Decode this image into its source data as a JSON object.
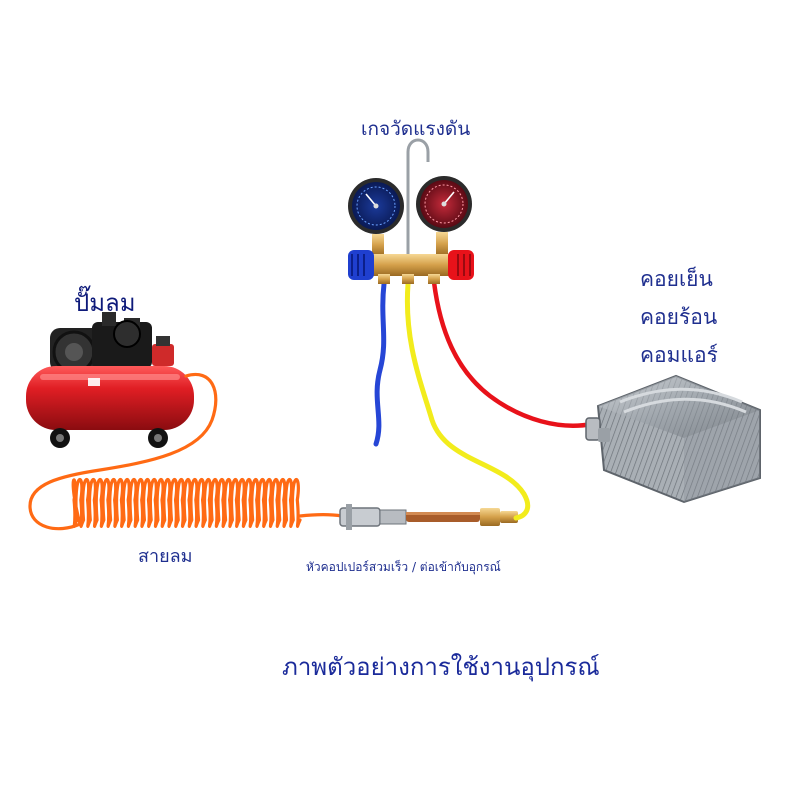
{
  "labels": {
    "gauge": "เกจวัดแรงดัน",
    "pump": "ปั๊มลม",
    "coil_lines": [
      "คอยเย็น",
      "คอยร้อน",
      "คอมแอร์"
    ],
    "hose": "สายลม",
    "coupler": "หัวคอปเปอร์สวมเร็ว / ต่อเข้ากับอุกรณ์",
    "caption": "ภาพตัวอย่างการใช้งานอุปกรณ์"
  },
  "colors": {
    "text": "#1f2f8f",
    "compressor": "#e01e24",
    "coil_hose": "#ff6a14",
    "blue_hose": "#2646d6",
    "yellow_hose": "#f2ec1c",
    "red_hose": "#e8121a",
    "brass": "#d4a04a"
  }
}
